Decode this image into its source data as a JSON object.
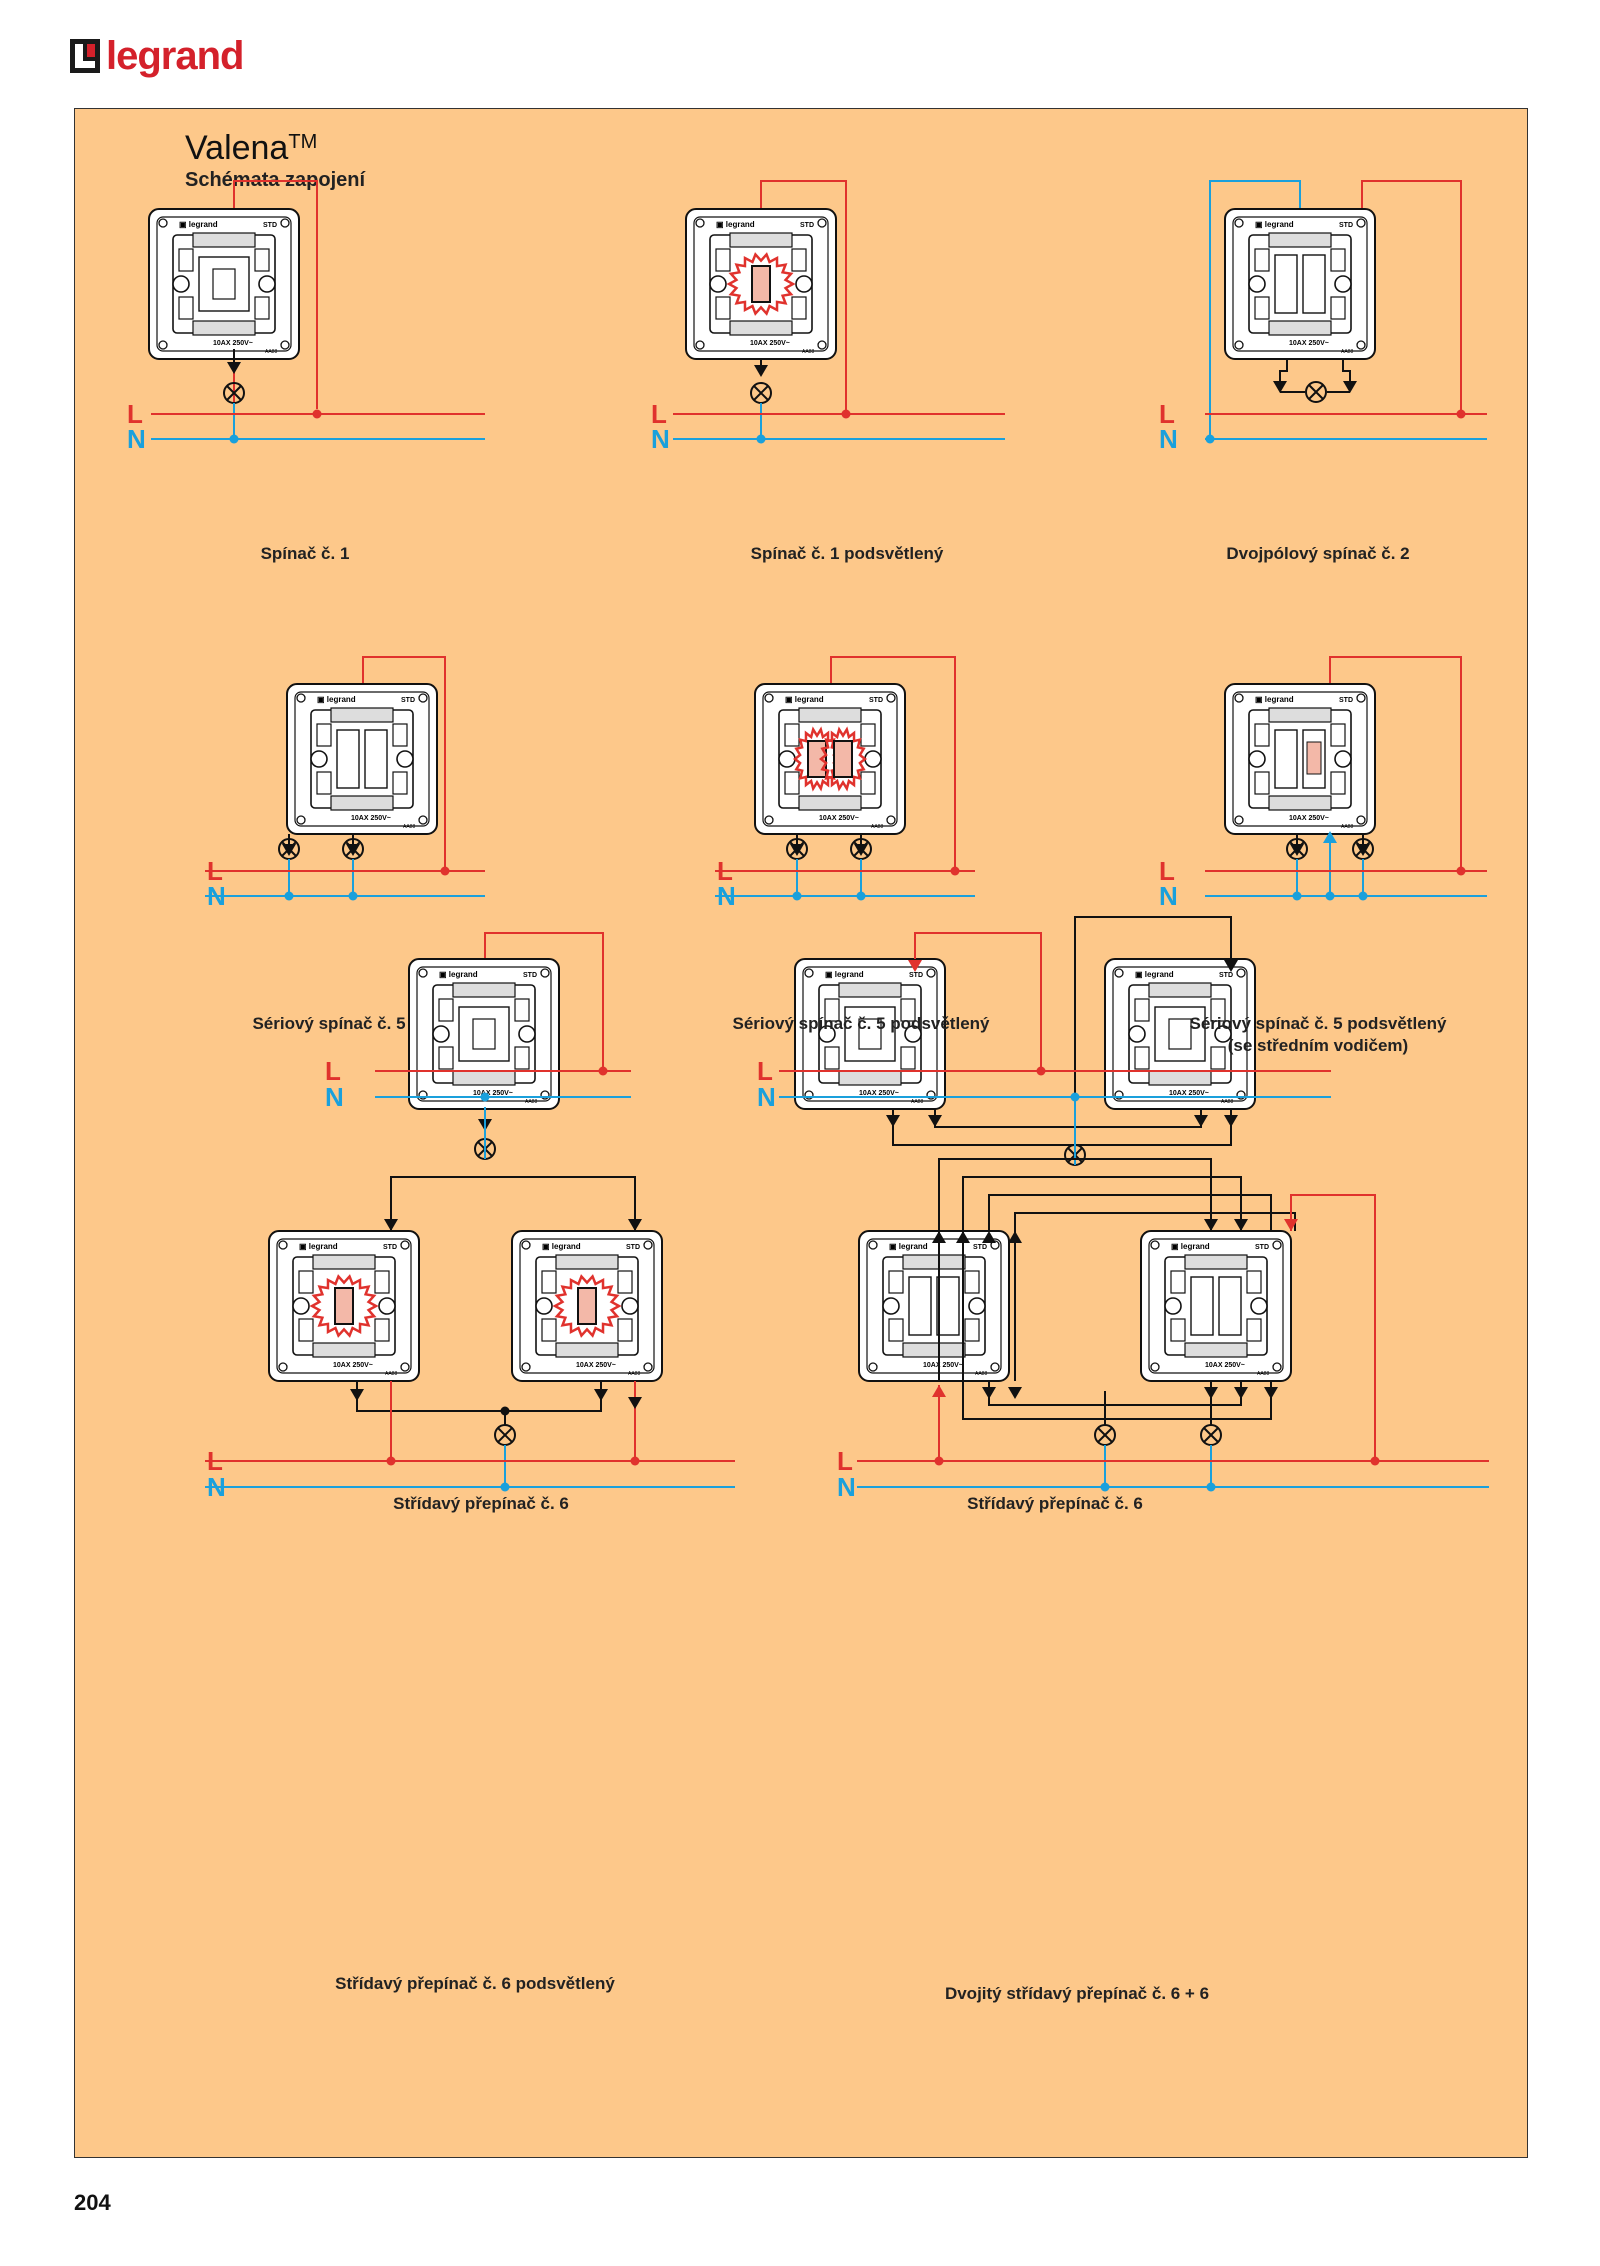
{
  "brand": {
    "name": "legrand",
    "color": "#d4212b"
  },
  "page": {
    "title": "Valena",
    "title_tm": "TM",
    "subtitle": "Schémata zapojení",
    "number": "204"
  },
  "colors": {
    "background": "#fdc88a",
    "live": "#e0322d",
    "neutral": "#1aa0dc",
    "wire": "#111111"
  },
  "labels": {
    "live": "L",
    "neutral": "N"
  },
  "device": {
    "brand_label": "legrand",
    "std": "STD",
    "rating": "10AX 250V~",
    "code": "AA88"
  },
  "diagrams": [
    {
      "caption": [
        "Spínač č. 1"
      ]
    },
    {
      "caption": [
        "Spínač č. 1 podsvětlený"
      ]
    },
    {
      "caption": [
        "Dvojpólový spínač č. 2"
      ]
    },
    {
      "caption": [
        "Sériový spínač č. 5"
      ]
    },
    {
      "caption": [
        "Sériový spínač č. 5 podsvětlený"
      ]
    },
    {
      "caption": [
        "Sériový spínač č. 5 podsvětlený",
        "(se středním vodičem)"
      ]
    },
    {
      "caption": [
        "Střídavý přepínač č. 6"
      ]
    },
    {
      "caption": [
        "Střídavý přepínač č. 6"
      ]
    },
    {
      "caption": [
        "Střídavý přepínač č. 6 podsvětlený"
      ]
    },
    {
      "caption": [
        "Dvojitý střídavý přepínač č. 6 + 6"
      ]
    }
  ]
}
